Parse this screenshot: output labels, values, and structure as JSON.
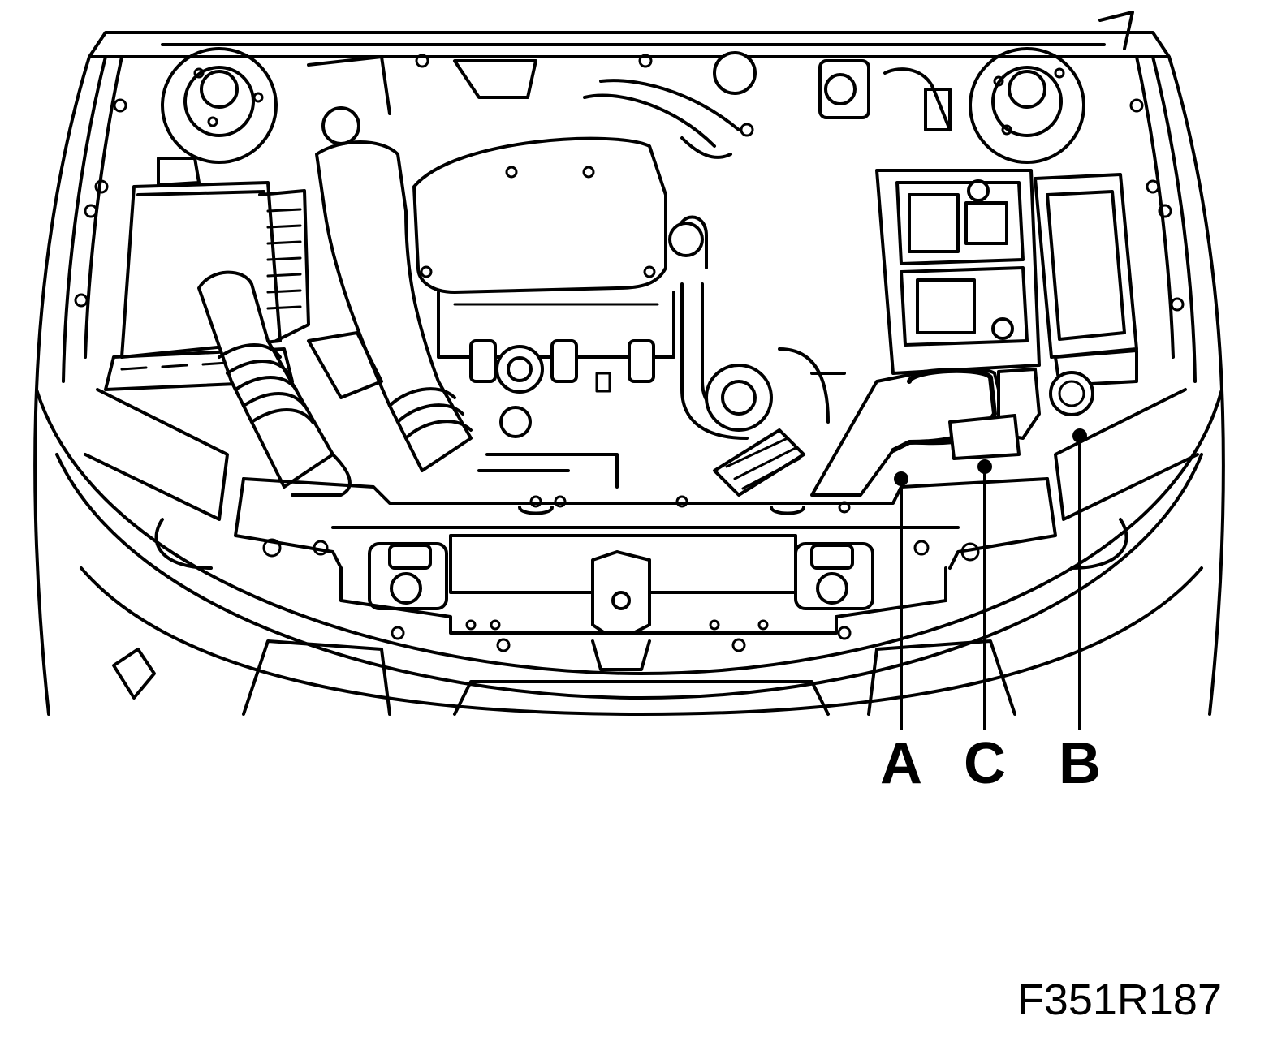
{
  "callouts": [
    {
      "letter": "A",
      "name": "callout-a"
    },
    {
      "letter": "C",
      "name": "callout-c"
    },
    {
      "letter": "B",
      "name": "callout-b"
    }
  ],
  "figure_code": "F351R187",
  "colors": {
    "line": "#000000",
    "background": "#ffffff"
  }
}
